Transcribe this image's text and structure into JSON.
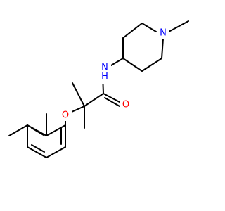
{
  "atoms": [
    {
      "id": "n_amide",
      "label": "N",
      "sub": "H",
      "color": "#0000ff"
    },
    {
      "id": "n_pip",
      "label": "N",
      "color": "#0000ff"
    },
    {
      "id": "o_carbonyl",
      "label": "O",
      "color": "#ff0000"
    },
    {
      "id": "o_ether",
      "label": "O",
      "color": "#ff0000"
    }
  ]
}
